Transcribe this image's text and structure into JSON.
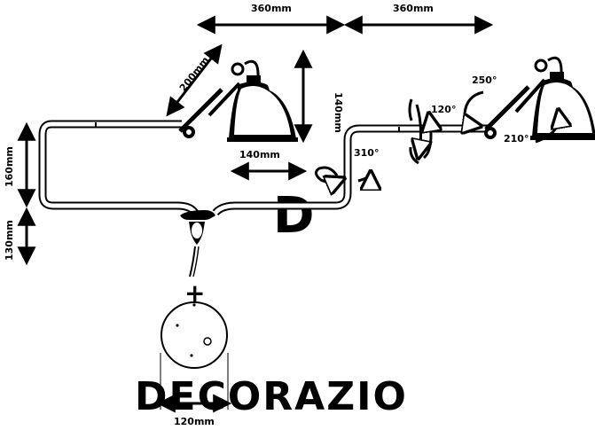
{
  "dimensions": {
    "top_left_width": "360mm",
    "top_right_width": "360mm",
    "arm_length": "200mm",
    "shade_height": "140mm",
    "shade_width": "140mm",
    "upper_height": "160mm",
    "lower_height": "130mm",
    "base_width": "120mm"
  },
  "angles": {
    "swivel_base": "310°",
    "swivel_elbow": "120°",
    "head_tilt": "250°",
    "head_rotate": "210°"
  },
  "plus_sign": "+",
  "watermark": {
    "text": "DECORAZIO",
    "logo_letter": "D"
  },
  "colors": {
    "line": "#000000",
    "watermark": "#cfcfcf"
  }
}
